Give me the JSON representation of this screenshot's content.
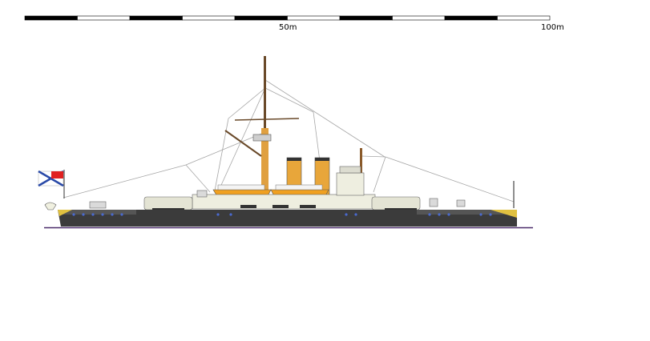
{
  "scale_bar": {
    "labels": [
      "50m",
      "100m"
    ],
    "segments": 10,
    "colors": {
      "dark": "#000000",
      "light": "#ffffff"
    }
  },
  "colors": {
    "hull": "#3b3b3b",
    "waterline": "#4a2a6a",
    "superstructure": "#eeeee0",
    "funnel": "#e8a63a",
    "boat": "#f0a020",
    "rigging": "#a0a0a0",
    "mast": "#8a5a2a",
    "flag_red": "#e02020",
    "flag_blue": "#2a4aa8"
  }
}
